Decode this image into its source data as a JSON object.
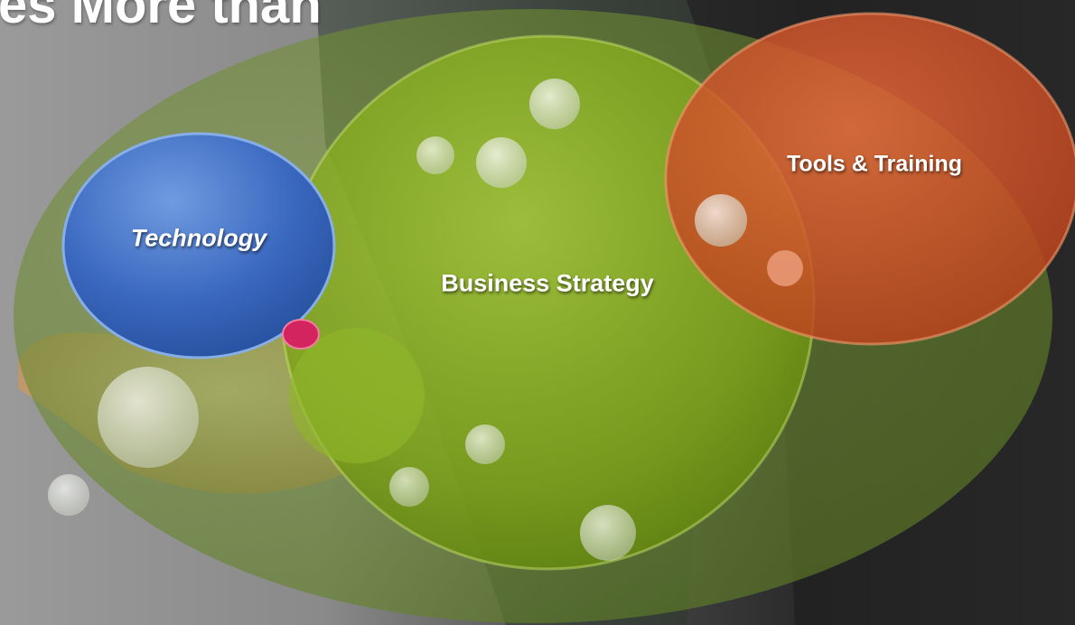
{
  "slide": {
    "title": "es More than"
  },
  "diagram": {
    "labels": {
      "technology": "Technology",
      "business_strategy": "Business Strategy",
      "tools_training": "Tools & Training"
    }
  },
  "colors": {
    "outer_ellipse": "#8ca646",
    "technology": "#3f6fc4",
    "business_strategy": "#86ad1e",
    "tools_training": "#d5522a",
    "accent_dot": "#d4245f"
  }
}
